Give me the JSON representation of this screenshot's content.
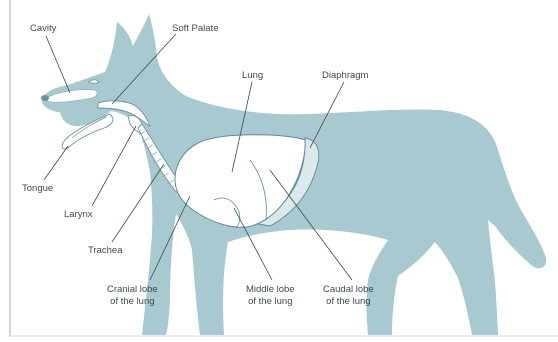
{
  "diagram": {
    "labels": {
      "cavity": "Cavity",
      "soft_palate": "Soft Palate",
      "lung": "Lung",
      "diaphragm": "Diaphragm",
      "tongue": "Tongue",
      "larynx": "Larynx",
      "trachea": "Trachea",
      "cranial_lobe_line1": "Cranial lobe",
      "cranial_lobe_line2": "of the lung",
      "middle_lobe_line1": "Middle lobe",
      "middle_lobe_line2": "of the lung",
      "caudal_lobe_line1": "Caudal lobe",
      "caudal_lobe_line2": "of the lung"
    },
    "colors": {
      "body": "#a9c9d1",
      "body_outline": "#8fb5bf",
      "lung": "#ffffff",
      "lung_outline": "#5e8a96",
      "leader_line": "#3d4a50",
      "frame_line": "#b7bdc0"
    }
  }
}
